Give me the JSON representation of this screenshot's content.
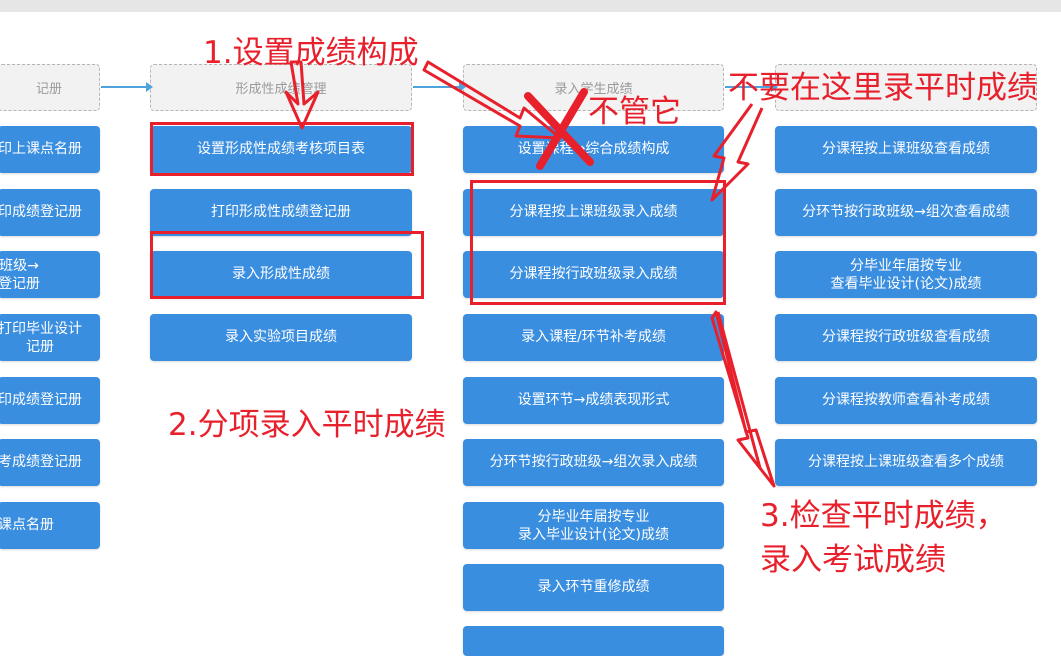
{
  "columns": [
    {
      "id": "col1",
      "header": "记册",
      "buttons": [
        "印上课点名册",
        "印成绩登记册",
        "班级→\n登记册",
        "打印毕业设计\n记册",
        "印成绩登记册",
        "考成绩登记册",
        "课点名册"
      ]
    },
    {
      "id": "col2",
      "header": "形成性成绩管理",
      "buttons": [
        "设置形成性成绩考核项目表",
        "打印形成性成绩登记册",
        "录入形成性成绩",
        "录入实验项目成绩"
      ]
    },
    {
      "id": "col3",
      "header": "录入学生成绩",
      "buttons": [
        "设置课程→综合成绩构成",
        "分课程按上课班级录入成绩",
        "分课程按行政班级录入成绩",
        "录入课程/环节补考成绩",
        "设置环节→成绩表现形式",
        "分环节按行政班级→组次录入成绩",
        "分毕业年届按专业\n录入毕业设计(论文)成绩",
        "录入环节重修成绩",
        ""
      ]
    },
    {
      "id": "col4",
      "header": "",
      "buttons": [
        "分课程按上课班级查看成绩",
        "分环节按行政班级→组次查看成绩",
        "分毕业年届按专业\n查看毕业设计(论文)成绩",
        "分课程按行政班级查看成绩",
        "分课程按教师查看补考成绩",
        "分课程按上课班级查看多个成绩"
      ]
    }
  ],
  "annotations": {
    "step1": "1.设置成绩构成",
    "step2": "2.分项录入平时成绩",
    "step3": "3.检查平时成绩，\n录入考试成绩",
    "ignore": "不管它",
    "warning": "不要在这里录平时成绩"
  },
  "colors": {
    "button_blue": "#3a8ee0",
    "annotation_red": "#e8202c",
    "connector_blue": "#4ea3dc",
    "header_gray": "#f2f2f2"
  }
}
